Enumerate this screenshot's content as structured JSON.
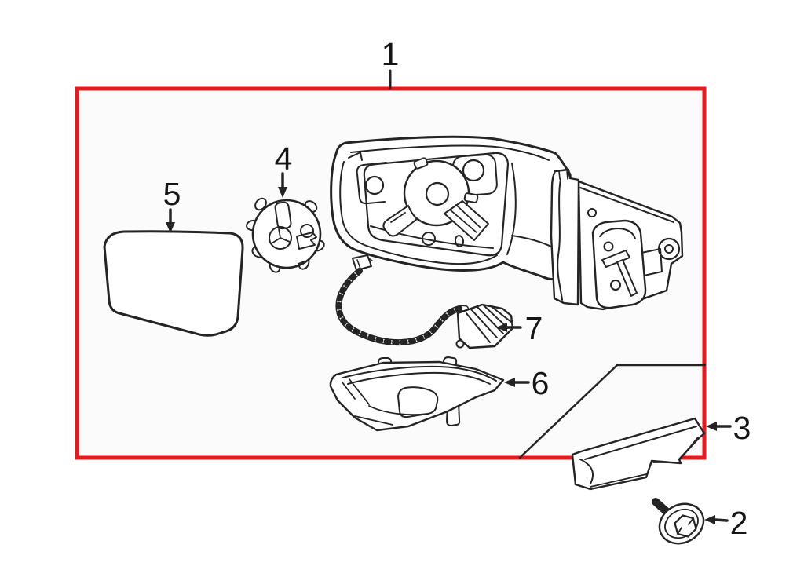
{
  "colors": {
    "canvas": "#ffffff",
    "highlight_box_stroke": "#e8191d",
    "highlight_box_fill": "#fbfbfb",
    "line_art": "#242424",
    "label_text": "#151515"
  },
  "callouts": [
    {
      "number": "1"
    },
    {
      "number": "2"
    },
    {
      "number": "3"
    },
    {
      "number": "4"
    },
    {
      "number": "5"
    },
    {
      "number": "6"
    },
    {
      "number": "7"
    }
  ]
}
